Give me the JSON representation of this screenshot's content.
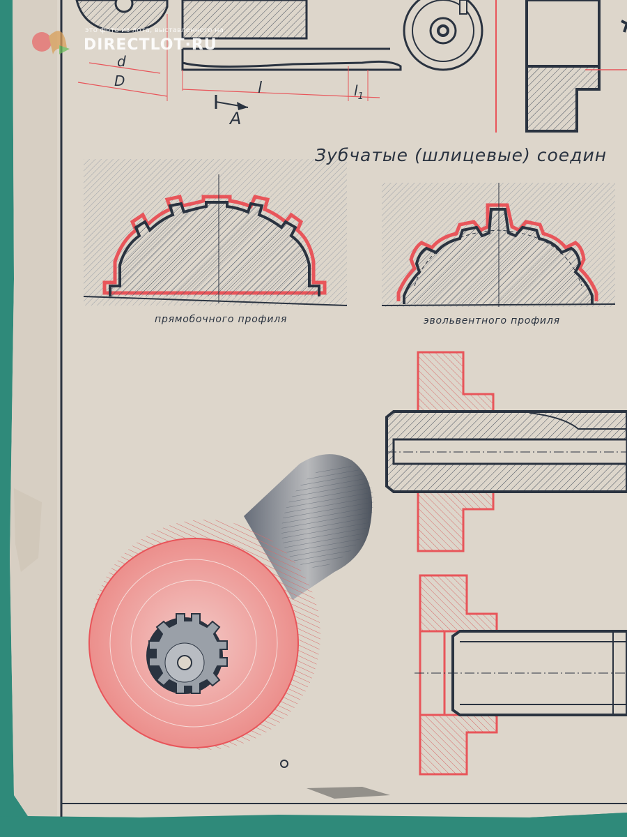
{
  "watermark": {
    "caption": "это фото из лота, выставленного на",
    "brand": "DIRECTLOT·RU"
  },
  "dimension_labels": {
    "d": "d",
    "D": "D",
    "l": "l",
    "l1": "l",
    "l1_sub": "1",
    "A": "A"
  },
  "title": "Зубчатые (шлицевые) соедин",
  "captions": {
    "straight": "прямобочного профиля",
    "involute": "эвольвентного профиля"
  },
  "colors": {
    "paper": "#ddd6cb",
    "ink": "#2a3340",
    "red": "#e8555a",
    "carpet": "#2f8a7a"
  }
}
